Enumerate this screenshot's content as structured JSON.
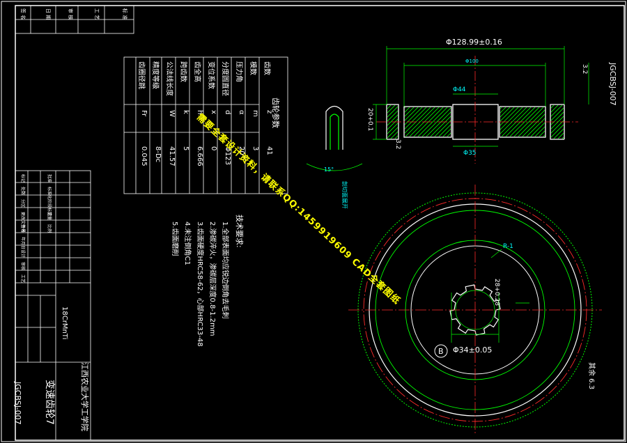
{
  "drawing_no": "JGCBSJ-007",
  "drawing_no_side": "JGCBSJ-007",
  "part_name": "变速齿轮7",
  "school": "江西农业大学工学院",
  "material": "18CrMnTi",
  "watermark": "需要全套设计资料，请联系QQ:1459919609  CAD全套图纸",
  "roughness_rest": "其余 6.3",
  "datum_b": "B",
  "gear_table": {
    "title": "齿轮参数",
    "rows": [
      [
        "齿数",
        "z",
        "41"
      ],
      [
        "模数",
        "m",
        "3"
      ],
      [
        "压力角",
        "α",
        "20°"
      ],
      [
        "分度圆直径",
        "d",
        "Φ123"
      ],
      [
        "变位系数",
        "x",
        "0"
      ],
      [
        "齿全高",
        "h",
        "6.666"
      ],
      [
        "跨齿数",
        "k",
        "5"
      ],
      [
        "公法线长度",
        "W",
        "41.57"
      ],
      [
        "精度等级",
        "",
        "8-Dc"
      ],
      [
        "齿圈径跳",
        "Fr",
        "0.045"
      ]
    ]
  },
  "tech_req": {
    "title": "技术要求:",
    "lines": [
      "1.全部表面均应锐边倒角去毛刺",
      "2.渗碳淬火，渗碳层深度0.8-1.2mm",
      "3.齿面硬度HRC58-62，心部HRC33-48",
      "4.未注倒角C1",
      "5.齿面磨削"
    ]
  },
  "dims": {
    "outer": "Φ128.99±0.16",
    "root": "Φ100",
    "hub": "Φ44",
    "bore": "Φ35",
    "spline_minor": "Φ34±0.05",
    "spline_major": "28+0.28",
    "radius": "R-1",
    "width": "20+0.1",
    "chamfer": "3.2",
    "roughness_a": "3.2",
    "angle": "15°",
    "slot_note": "剖切面展开"
  },
  "title_block": {
    "labels": [
      "标记",
      "处数",
      "分区",
      "更改文件号",
      "签名",
      "年月日",
      "设计",
      "审核",
      "工艺",
      "批准",
      "标准化",
      "阶段标记",
      "重量",
      "比例"
    ],
    "top_labels": [
      "签 名",
      "日 期",
      "审 核",
      "工 艺",
      "标 准"
    ]
  },
  "colors": {
    "bg": "#000000",
    "white": "#ffffff",
    "green": "#00ff00",
    "red": "#ff2a2a",
    "cyan": "#00ffff",
    "yellow": "#ffff00",
    "magenta": "#ff33ff"
  }
}
